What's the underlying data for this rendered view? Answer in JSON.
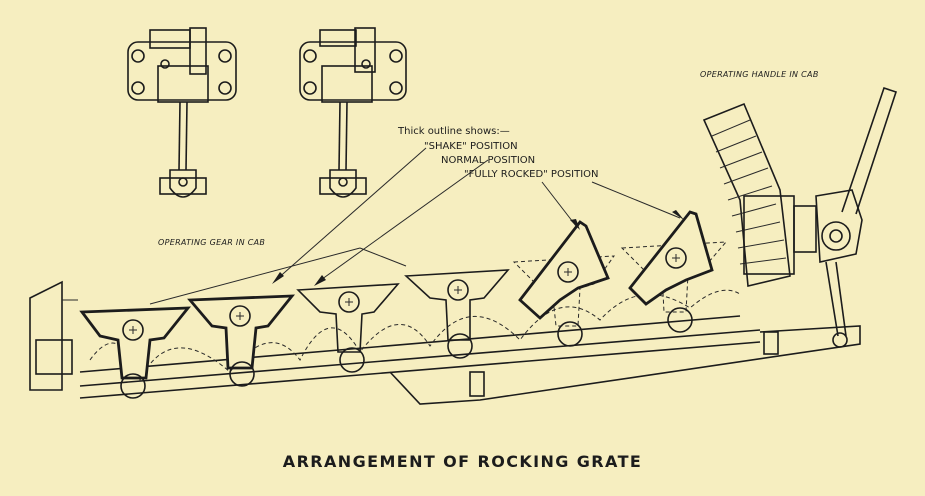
{
  "labels": {
    "operating_handle": "OPERATING HANDLE IN CAB",
    "operating_gear": "OPERATING GEAR IN CAB",
    "legend_heading": "Thick outline shows:—",
    "legend_shake": "\"SHAKE\" POSITION",
    "legend_normal": "NORMAL POSITION",
    "legend_fully_rocked": "\"FULLY ROCKED\" POSITION"
  },
  "caption": "ARRANGEMENT OF ROCKING GRATE"
}
